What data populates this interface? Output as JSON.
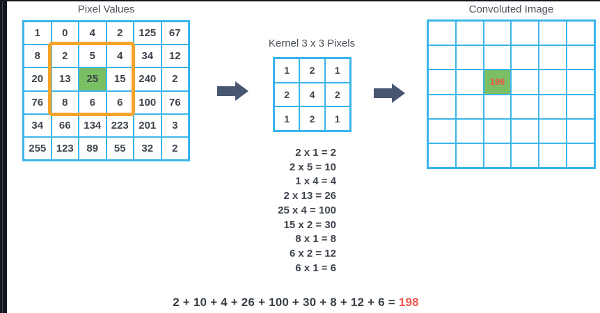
{
  "titles": {
    "pixel_values": "Pixel Values",
    "kernel": "Kernel 3 x 3 Pixels",
    "convoluted": "Convoluted Image"
  },
  "pixel_grid": {
    "cells": [
      [
        "1",
        "0",
        "4",
        "2",
        "125",
        "67"
      ],
      [
        "8",
        "2",
        "5",
        "4",
        "34",
        "12"
      ],
      [
        "20",
        "13",
        "25",
        "15",
        "240",
        "2"
      ],
      [
        "76",
        "8",
        "6",
        "6",
        "100",
        "76"
      ],
      [
        "34",
        "66",
        "134",
        "223",
        "201",
        "3"
      ],
      [
        "255",
        "123",
        "89",
        "55",
        "32",
        "2"
      ]
    ],
    "green_cell": {
      "row": 2,
      "col": 2
    }
  },
  "kernel_grid": {
    "cells": [
      [
        "1",
        "2",
        "1"
      ],
      [
        "2",
        "4",
        "2"
      ],
      [
        "1",
        "2",
        "1"
      ]
    ]
  },
  "output_grid": {
    "cells": [
      [
        "",
        "",
        "",
        "",
        "",
        ""
      ],
      [
        "",
        "",
        "",
        "",
        "",
        ""
      ],
      [
        "",
        "",
        "198",
        "",
        "",
        ""
      ],
      [
        "",
        "",
        "",
        "",
        "",
        ""
      ],
      [
        "",
        "",
        "",
        "",
        "",
        ""
      ],
      [
        "",
        "",
        "",
        "",
        "",
        ""
      ]
    ],
    "green_cell": {
      "row": 2,
      "col": 2
    }
  },
  "steps": [
    "2 x 1 = 2",
    "2 x 5 = 10",
    "1 x 4 = 4",
    "2 x 13 = 26",
    "25 x 4 = 100",
    "15 x 2 = 30",
    "8 x 1 = 8",
    "6 x 2 = 12",
    "6 x 1 = 6"
  ],
  "final_equation": {
    "lhs": "2 + 10 + 4 + 26 + 100 + 30 + 8 + 12 + 6 = ",
    "result": "198"
  },
  "colors": {
    "blue": "#3ab5ea",
    "green": "#7abf63",
    "orange": "#f7a42d",
    "red": "#f0564b",
    "arrow": "#475671",
    "dark": "#3f454e",
    "frame": "#12161f"
  }
}
